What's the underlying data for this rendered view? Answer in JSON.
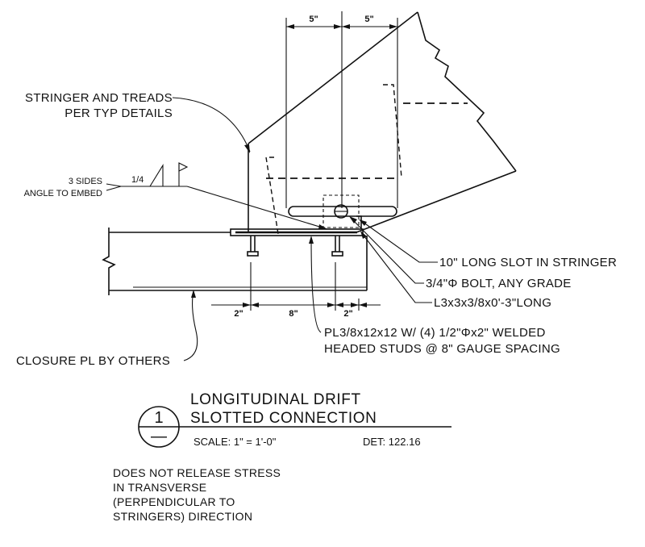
{
  "dimensions": {
    "top_left": "5\"",
    "top_right": "5\"",
    "bottom_left": "2\"",
    "bottom_mid": "8\"",
    "bottom_right": "2\""
  },
  "weld": {
    "size": "1/4",
    "note_line1": "3 SIDES",
    "note_line2": "ANGLE TO EMBED"
  },
  "callouts": {
    "stringer_line1": "STRINGER AND TREADS",
    "stringer_line2": "PER TYP DETAILS",
    "slot": "10\" LONG SLOT IN STRINGER",
    "bolt": "3/4\"Φ BOLT, ANY GRADE",
    "angle": "L3x3x3/8x0'-3\"LONG",
    "plate_line1": "PL3/8x12x12 W/ (4) 1/2\"Φx2\" WELDED",
    "plate_line2": "HEADED STUDS @ 8\" GAUGE SPACING",
    "closure": "CLOSURE PL BY OTHERS"
  },
  "title_block": {
    "detail_number": "1",
    "sheet_mark": "—",
    "title_line1": "LONGITUDINAL DRIFT",
    "title_line2": "SLOTTED CONNECTION",
    "scale": "SCALE:  1\"  =  1'-0\"",
    "det": "DET:  122.16"
  },
  "note": {
    "line1": "DOES NOT RELEASE STRESS",
    "line2": "IN TRANSVERSE",
    "line3": "(PERPENDICULAR TO",
    "line4": "STRINGERS) DIRECTION"
  }
}
